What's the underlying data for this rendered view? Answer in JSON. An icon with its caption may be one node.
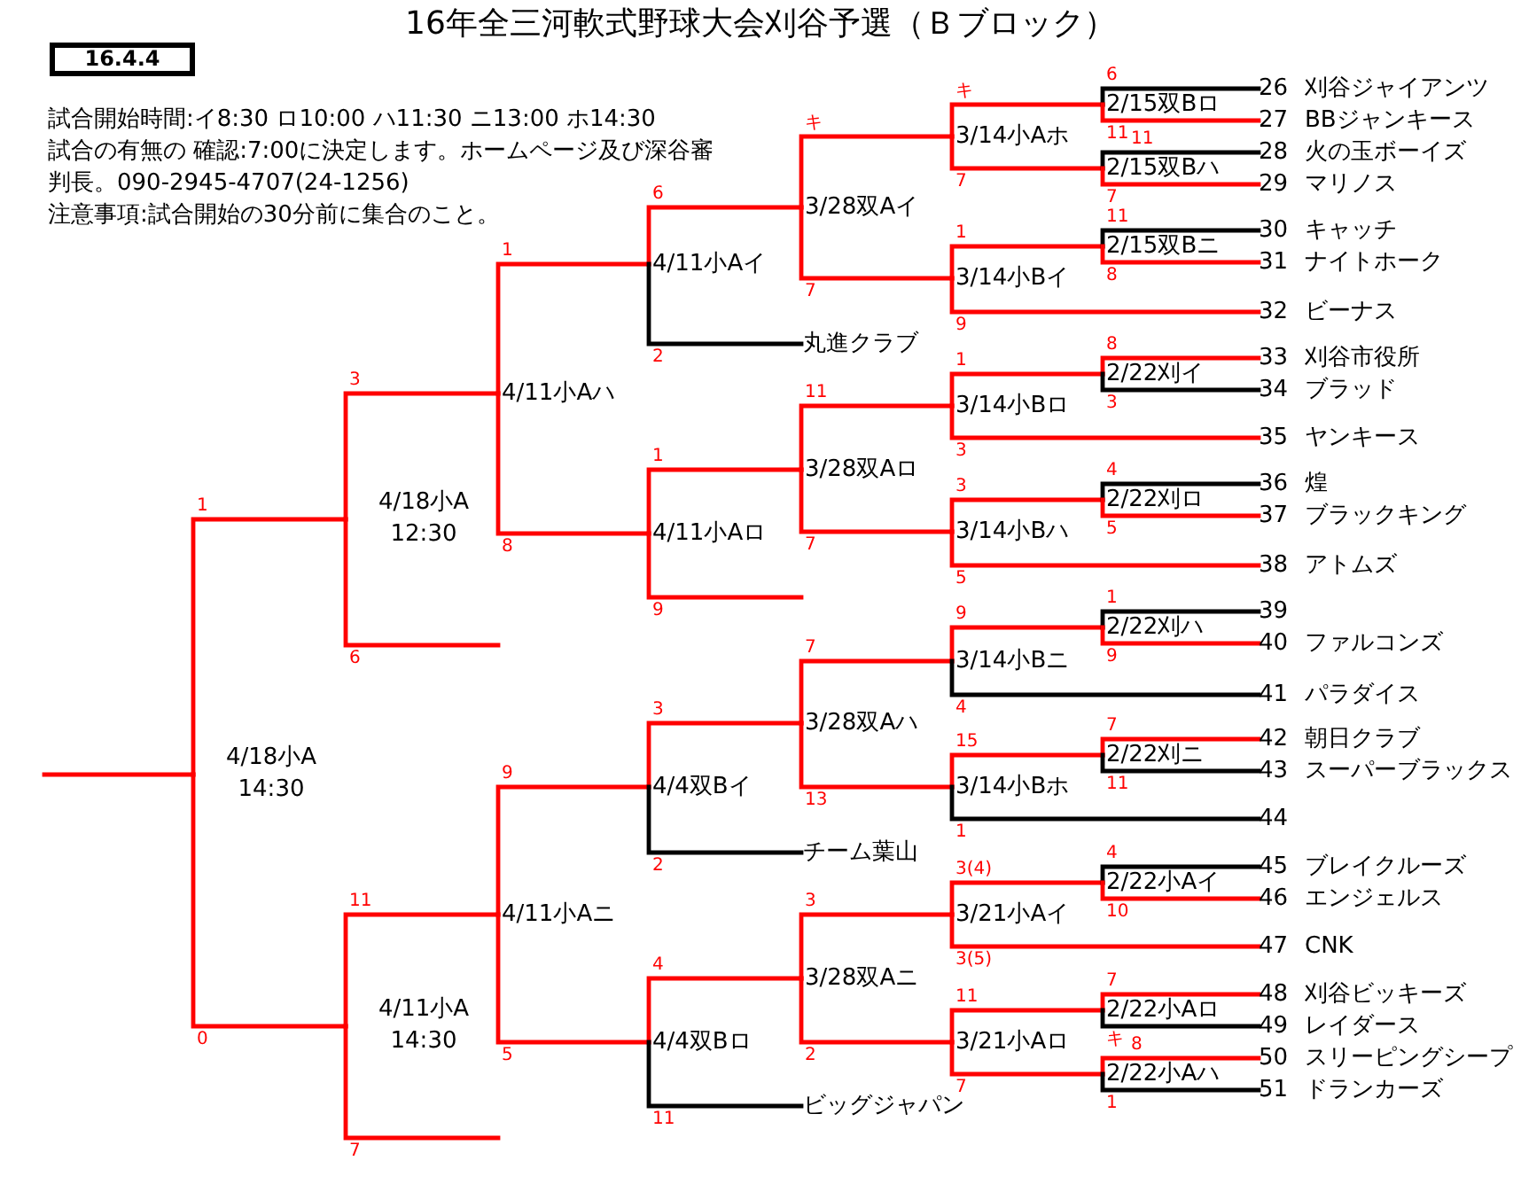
{
  "diagram": {
    "title": "16年全三河軟式野球大会刈谷予選（Ｂブロック）",
    "nodes": [
      {
        "text": [
          "16.4.4"
        ]
      },
      {
        "text": [
          "4/18小A",
          "14:30"
        ]
      },
      {
        "text": [
          "4/18小A",
          "12:30"
        ]
      },
      {
        "text": [
          "4/11小A",
          "14:30"
        ]
      },
      {
        "text": [
          "4/11小Aハ"
        ]
      },
      {
        "text": [
          "4/11小Aニ"
        ]
      },
      {
        "text": [
          "4/11小Aイ"
        ]
      },
      {
        "text": [
          "4/11小Aロ"
        ]
      },
      {
        "text": [
          "4/4双Bイ"
        ]
      },
      {
        "text": [
          "4/4双Bロ"
        ]
      },
      {
        "text": [
          "3/28双Aイ"
        ]
      },
      {
        "text": [
          "3/28双Aロ"
        ]
      },
      {
        "text": [
          "3/28双Aハ"
        ]
      },
      {
        "text": [
          "3/28双Aニ"
        ]
      },
      {
        "text": [
          "3/14小Aホ"
        ]
      },
      {
        "text": [
          "3/14小Bイ"
        ]
      },
      {
        "text": [
          "3/14小Bロ"
        ]
      },
      {
        "text": [
          "3/14小Bハ"
        ]
      },
      {
        "text": [
          "3/14小Bニ"
        ]
      },
      {
        "text": [
          "3/14小Bホ"
        ]
      },
      {
        "text": [
          "3/21小Aイ"
        ]
      },
      {
        "text": [
          "3/21小Aロ"
        ]
      },
      {
        "text": [
          "2/15双Bロ"
        ]
      },
      {
        "text": [
          "2/15双Bハ"
        ]
      },
      {
        "text": [
          "2/15双Bニ"
        ]
      },
      {
        "text": [
          "2/22刈イ"
        ]
      },
      {
        "text": [
          "2/22刈ロ"
        ]
      },
      {
        "text": [
          "2/22刈ハ"
        ]
      },
      {
        "text": [
          "2/22刈ニ"
        ]
      },
      {
        "text": [
          "2/22小Aイ"
        ]
      },
      {
        "text": [
          "2/22小Aロ"
        ]
      },
      {
        "text": [
          "2/22小Aハ"
        ]
      },
      {
        "text": [
          "丸進クラブ"
        ]
      },
      {
        "text": [
          "チーム葉山"
        ]
      },
      {
        "text": [
          "ビッグジャパン"
        ]
      },
      {
        "text": [
          "26",
          "刈谷ジャイアンツ"
        ]
      },
      {
        "text": [
          "27",
          "BBジャンキース"
        ]
      },
      {
        "text": [
          "28",
          "火の玉ボーイズ"
        ]
      },
      {
        "text": [
          "29",
          "マリノス"
        ]
      },
      {
        "text": [
          "30",
          "キャッチ"
        ]
      },
      {
        "text": [
          "31",
          "ナイトホーク"
        ]
      },
      {
        "text": [
          "32",
          "ビーナス"
        ]
      },
      {
        "text": [
          "33",
          "刈谷市役所"
        ]
      },
      {
        "text": [
          "34",
          "ブラッド"
        ]
      },
      {
        "text": [
          "35",
          "ヤンキース"
        ]
      },
      {
        "text": [
          "36",
          "煌"
        ]
      },
      {
        "text": [
          "37",
          "ブラックキング"
        ]
      },
      {
        "text": [
          "38",
          "アトムズ"
        ]
      },
      {
        "text": [
          "39"
        ]
      },
      {
        "text": [
          "40",
          "ファルコンズ"
        ]
      },
      {
        "text": [
          "41",
          "パラダイス"
        ]
      },
      {
        "text": [
          "42",
          "朝日クラブ"
        ]
      },
      {
        "text": [
          "43",
          "スーパーブラックス"
        ]
      },
      {
        "text": [
          "44"
        ]
      },
      {
        "text": [
          "45",
          "ブレイクルーズ"
        ]
      },
      {
        "text": [
          "46",
          "エンジェルス"
        ]
      },
      {
        "text": [
          "47",
          "CNK"
        ]
      },
      {
        "text": [
          "48",
          "刈谷ビッキーズ"
        ]
      },
      {
        "text": [
          "49",
          "レイダース"
        ]
      },
      {
        "text": [
          "50",
          "スリーピングシープ"
        ]
      },
      {
        "text": [
          "51",
          "ドランカーズ"
        ]
      }
    ],
    "edges": [
      {
        "from": 1,
        "to": null,
        "arrow": "none"
      },
      {
        "from": 2,
        "to": 1,
        "arrow": "none",
        "label": "1"
      },
      {
        "from": 3,
        "to": 1,
        "arrow": "none",
        "label": "0"
      },
      {
        "from": 4,
        "to": 2,
        "arrow": "none",
        "label": "3"
      },
      {
        "from": null,
        "to": 2,
        "arrow": "none",
        "label": "6"
      },
      {
        "from": 5,
        "to": 3,
        "arrow": "none",
        "label": "11"
      },
      {
        "from": null,
        "to": 3,
        "arrow": "none",
        "label": "7"
      },
      {
        "from": 6,
        "to": 4,
        "arrow": "none",
        "label": "1"
      },
      {
        "from": 7,
        "to": 4,
        "arrow": "none",
        "label": "8"
      },
      {
        "from": 8,
        "to": 5,
        "arrow": "none",
        "label": "9"
      },
      {
        "from": 9,
        "to": 5,
        "arrow": "none",
        "label": "5"
      },
      {
        "from": 10,
        "to": 6,
        "arrow": "none",
        "label": "6"
      },
      {
        "from": 32,
        "to": 6,
        "arrow": "none",
        "label": "2",
        "color": "#000000"
      },
      {
        "from": 11,
        "to": 7,
        "arrow": "none",
        "label": "1"
      },
      {
        "from": null,
        "to": 7,
        "arrow": "none",
        "label": "9"
      },
      {
        "from": 12,
        "to": 8,
        "arrow": "none",
        "label": "3"
      },
      {
        "from": 33,
        "to": 8,
        "arrow": "none",
        "label": "2",
        "color": "#000000"
      },
      {
        "from": 13,
        "to": 9,
        "arrow": "none",
        "label": "4"
      },
      {
        "from": 34,
        "to": 9,
        "arrow": "none",
        "label": "11",
        "color": "#000000"
      },
      {
        "from": 14,
        "to": 10,
        "arrow": "none",
        "label": "キ"
      },
      {
        "from": 15,
        "to": 10,
        "arrow": "none",
        "label": "7"
      },
      {
        "from": 16,
        "to": 11,
        "arrow": "none",
        "label": "11"
      },
      {
        "from": 17,
        "to": 11,
        "arrow": "none",
        "label": "7"
      },
      {
        "from": 18,
        "to": 12,
        "arrow": "none",
        "label": "7"
      },
      {
        "from": 19,
        "to": 12,
        "arrow": "none",
        "label": "13"
      },
      {
        "from": 20,
        "to": 13,
        "arrow": "none",
        "label": "3"
      },
      {
        "from": 21,
        "to": 13,
        "arrow": "none",
        "label": "2"
      },
      {
        "from": 22,
        "to": 14,
        "arrow": "none",
        "label": "キ"
      },
      {
        "from": 23,
        "to": 14,
        "arrow": "none",
        "label": "7"
      },
      {
        "from": 24,
        "to": 15,
        "arrow": "none",
        "label": "1"
      },
      {
        "from": 41,
        "to": 15,
        "arrow": "none",
        "label": "9"
      },
      {
        "from": 25,
        "to": 16,
        "arrow": "none",
        "label": "1"
      },
      {
        "from": 44,
        "to": 16,
        "arrow": "none",
        "label": "3"
      },
      {
        "from": 26,
        "to": 17,
        "arrow": "none",
        "label": "3"
      },
      {
        "from": 47,
        "to": 17,
        "arrow": "none",
        "label": "5"
      },
      {
        "from": 27,
        "to": 18,
        "arrow": "none",
        "label": "9"
      },
      {
        "from": 50,
        "to": 18,
        "arrow": "none",
        "label": "4",
        "color": "#000000"
      },
      {
        "from": 28,
        "to": 19,
        "arrow": "none",
        "label": "15"
      },
      {
        "from": 53,
        "to": 19,
        "arrow": "none",
        "label": "1",
        "color": "#000000"
      },
      {
        "from": 29,
        "to": 20,
        "arrow": "none",
        "label": "3(4)"
      },
      {
        "from": 56,
        "to": 20,
        "arrow": "none",
        "label": "3(5)"
      },
      {
        "from": 30,
        "to": 21,
        "arrow": "none",
        "label": "11"
      },
      {
        "from": 31,
        "to": 21,
        "arrow": "none",
        "label": "7"
      },
      {
        "from": 35,
        "to": 22,
        "arrow": "none",
        "label": "6",
        "color": "#000000"
      },
      {
        "from": 36,
        "to": 22,
        "arrow": "none",
        "label": "11"
      },
      {
        "from": 37,
        "to": 23,
        "arrow": "none",
        "label": "11",
        "color": "#000000"
      },
      {
        "from": 38,
        "to": 23,
        "arrow": "none",
        "label": "7"
      },
      {
        "from": 39,
        "to": 24,
        "arrow": "none",
        "label": "11",
        "color": "#000000"
      },
      {
        "from": 40,
        "to": 24,
        "arrow": "none",
        "label": "8"
      },
      {
        "from": 42,
        "to": 25,
        "arrow": "none",
        "label": "8"
      },
      {
        "from": 43,
        "to": 25,
        "arrow": "none",
        "label": "3",
        "color": "#000000"
      },
      {
        "from": 45,
        "to": 26,
        "arrow": "none",
        "label": "4",
        "color": "#000000"
      },
      {
        "from": 46,
        "to": 26,
        "arrow": "none",
        "label": "5"
      },
      {
        "from": 48,
        "to": 27,
        "arrow": "none",
        "label": "1",
        "color": "#000000"
      },
      {
        "from": 49,
        "to": 27,
        "arrow": "none",
        "label": "9"
      },
      {
        "from": 51,
        "to": 28,
        "arrow": "none",
        "label": "7"
      },
      {
        "from": 52,
        "to": 28,
        "arrow": "none",
        "label": "11",
        "color": "#000000"
      },
      {
        "from": 54,
        "to": 29,
        "arrow": "none",
        "label": "4",
        "color": "#000000"
      },
      {
        "from": 55,
        "to": 29,
        "arrow": "none",
        "label": "10"
      },
      {
        "from": 57,
        "to": 30,
        "arrow": "none",
        "label": "7"
      },
      {
        "from": 58,
        "to": 30,
        "arrow": "none",
        "label": "キ",
        "color": "#000000"
      },
      {
        "from": 59,
        "to": 31,
        "arrow": "none",
        "label": "8"
      },
      {
        "from": 60,
        "to": 31,
        "arrow": "none",
        "label": "1",
        "color": "#000000"
      }
    ],
    "labels": [
      "試合開始時間:イ8:30 ロ10:00 ハ11:30 ニ13:00 ホ14:30",
      "試合の有無の 確認:7:00に決定します。ホームページ及び深谷審判長。090-2945-4707(24-1256)",
      "注意事項:試合開始の30分前に集合のこと。"
    ]
  }
}
